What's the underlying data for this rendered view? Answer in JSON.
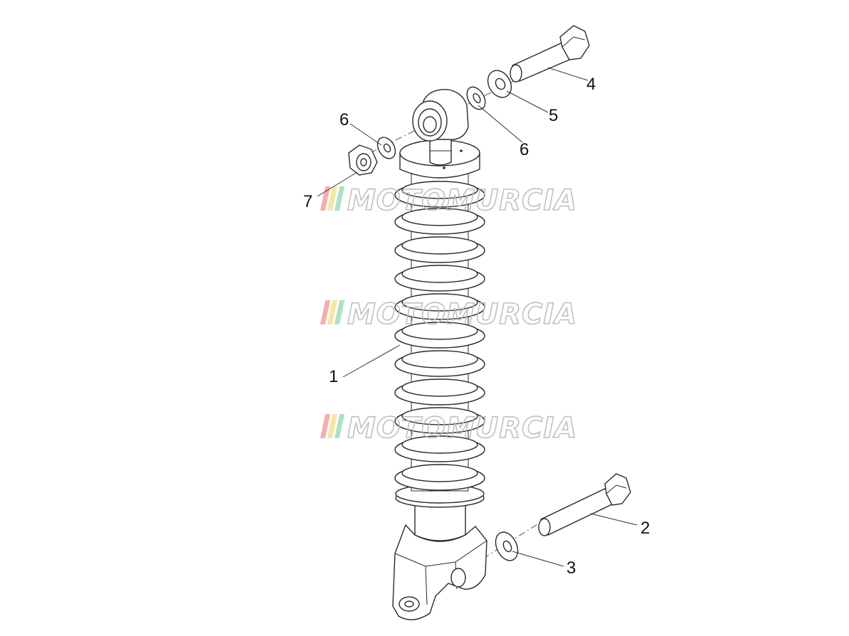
{
  "diagram": {
    "callouts": [
      {
        "id": "1",
        "label": "1"
      },
      {
        "id": "2",
        "label": "2"
      },
      {
        "id": "3",
        "label": "3"
      },
      {
        "id": "4",
        "label": "4"
      },
      {
        "id": "5",
        "label": "5"
      },
      {
        "id": "6a",
        "label": "6"
      },
      {
        "id": "6b",
        "label": "6"
      },
      {
        "id": "7",
        "label": "7"
      }
    ],
    "watermark": {
      "text": "MOTOMURCIA",
      "stripe_colors": [
        "#f2a6a6",
        "#f5e39a",
        "#a8dcc2"
      ],
      "outline_color": "#b9b9b9"
    }
  }
}
